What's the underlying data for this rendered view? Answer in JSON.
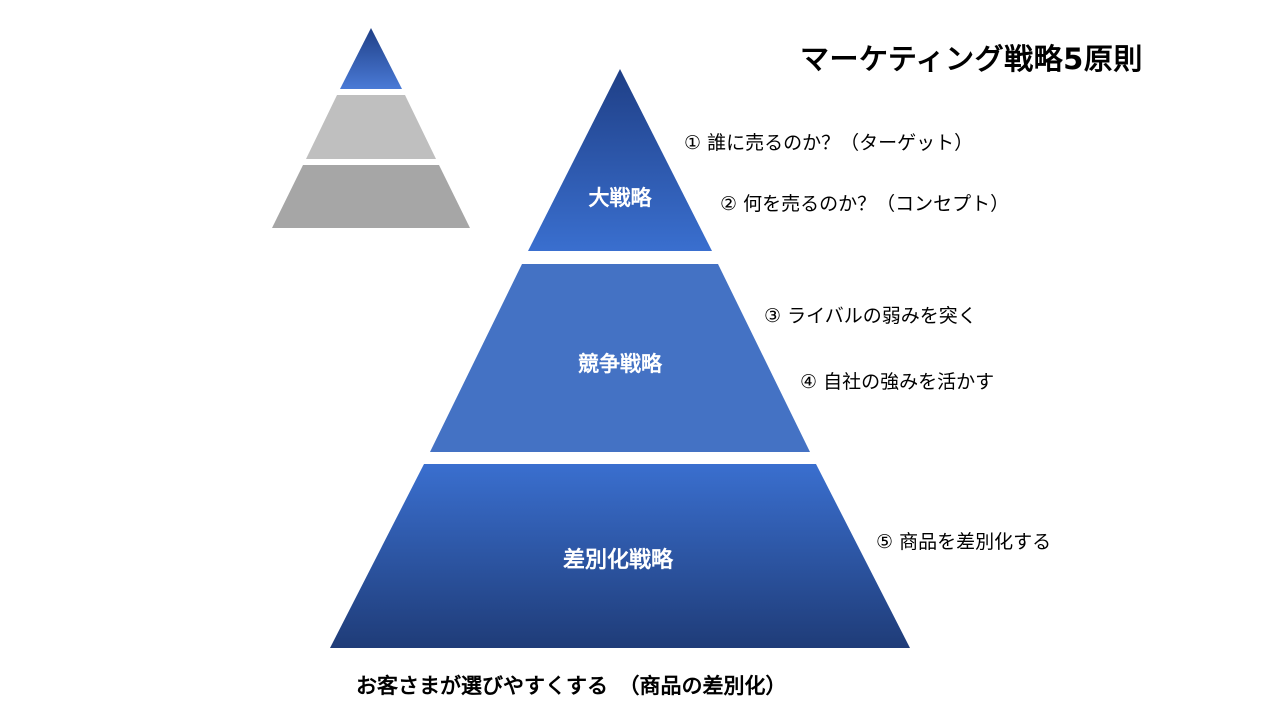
{
  "title": "マーケティング戦略5原則",
  "tiers": [
    {
      "label": "大戦略"
    },
    {
      "label": "競争戦略"
    },
    {
      "label": "差別化戦略"
    }
  ],
  "notes": [
    "① 誰に売るのか？（ターゲット）",
    "② 何を売るのか？（コンセプト）",
    "③ ライバルの弱みを突く",
    "④ 自社の強みを活かす",
    "⑤ 商品を差別化する"
  ],
  "footer": "お客さまが選びやすくする　（商品の差別化）",
  "colors": {
    "tier_top": "#3a6fcf",
    "tier_mid": "#4472c4",
    "tier_dark": "#1f3c78",
    "mini_light": "#bfbfbf",
    "mini_mid": "#a6a6a6"
  }
}
